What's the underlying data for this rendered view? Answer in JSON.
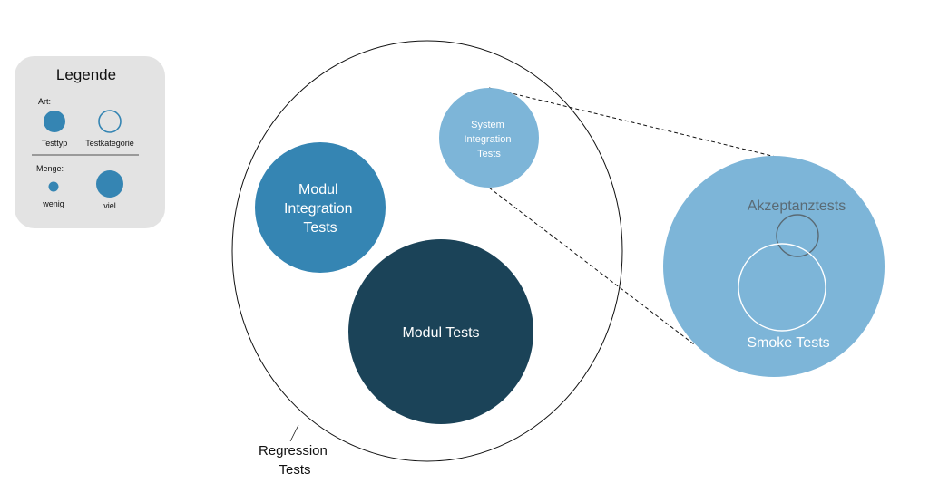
{
  "legend": {
    "title": "Legende",
    "art_label": "Art:",
    "testtyp_label": "Testtyp",
    "testkategorie_label": "Testkategorie",
    "menge_label": "Menge:",
    "wenig_label": "wenig",
    "viel_label": "viel"
  },
  "diagram": {
    "regression": [
      "Regression",
      "Tests"
    ],
    "modul_integration": [
      "Modul",
      "Integration",
      "Tests"
    ],
    "system_integration": [
      "System",
      "Integration",
      "Tests"
    ],
    "modul_tests": "Modul Tests",
    "akzeptanz": "Akzeptanztests",
    "smoke": "Smoke Tests"
  },
  "colors": {
    "dark": "#1b4358",
    "medium": "#3585b3",
    "light": "#7db5d8",
    "legend_bg": "#e3e3e3",
    "akzeptanz_text": "#5a6a74",
    "outline": "#111111"
  }
}
